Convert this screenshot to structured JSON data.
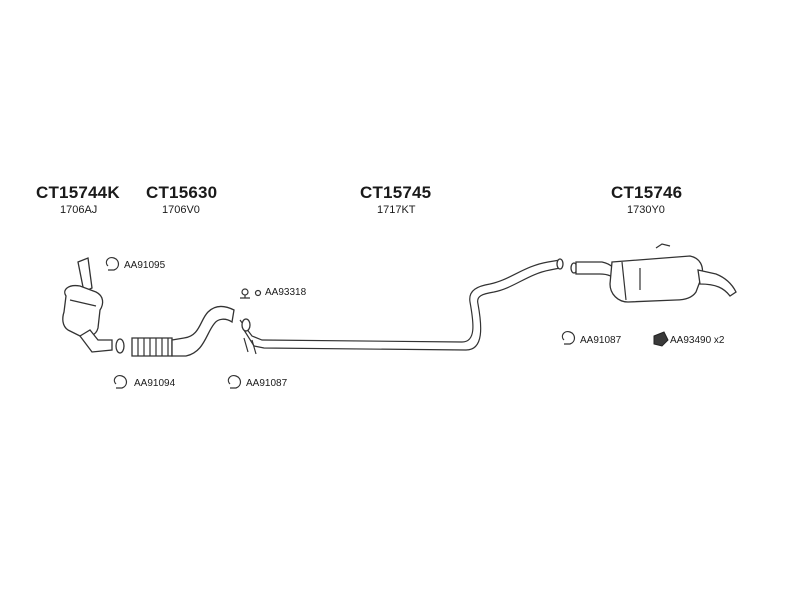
{
  "parts": [
    {
      "code": "CT15744K",
      "ref": "1706AJ"
    },
    {
      "code": "CT15630",
      "ref": "1706V0"
    },
    {
      "code": "CT15745",
      "ref": "1717KT"
    },
    {
      "code": "CT15746",
      "ref": "1730Y0"
    }
  ],
  "accessories": [
    {
      "id": "AA91095"
    },
    {
      "id": "AA93318"
    },
    {
      "id": "AA91094"
    },
    {
      "id": "AA91087"
    },
    {
      "id": "AA91087"
    },
    {
      "id": "AA93490 x2"
    }
  ]
}
